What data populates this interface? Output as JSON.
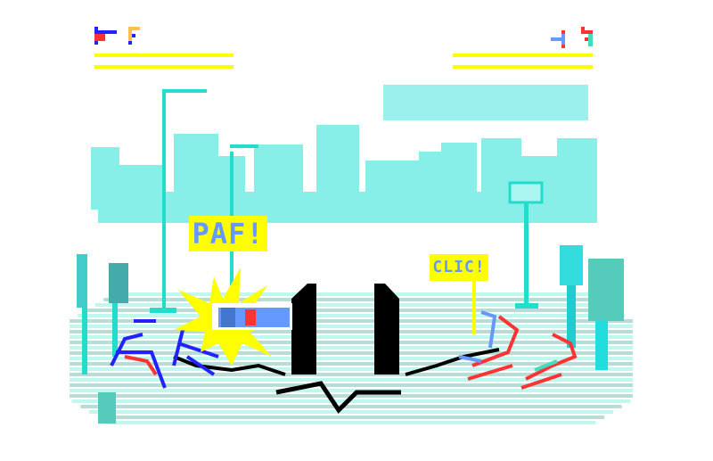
{
  "hud": {
    "player1": {
      "health_fraction": 1.0,
      "special_fraction": 1.0,
      "color": "#2222ff"
    },
    "player2": {
      "health_fraction": 1.0,
      "special_fraction": 1.0,
      "color": "#ff3333"
    },
    "bar_color": "#ffff00"
  },
  "signs": {
    "hit_effect": "PAF!",
    "click_effect": "CLIC!"
  },
  "colors": {
    "city": "#88eee8",
    "floor_light": "#c0f8f0",
    "floor_dark": "#b8ddd6",
    "lamp": "#22ddcc",
    "pillar": "#000000",
    "fighter_left": "#2222ff",
    "fighter_right": "#ff3333"
  }
}
